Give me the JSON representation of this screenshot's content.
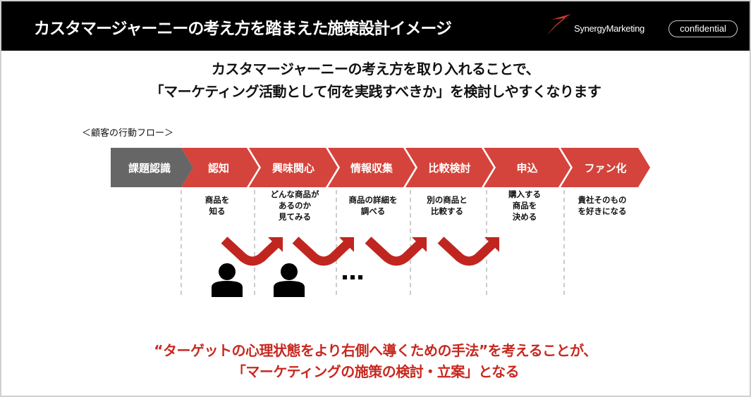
{
  "header": {
    "title": "カスタマージャーニーの考え方を踏まえた施策設計イメージ",
    "brand": "SynergyMarketing",
    "badge": "confidential"
  },
  "lead": [
    "カスタマージャーニーの考え方を取り入れることで、",
    "「マーケティング活動として何を実践すべきか」を検討しやすくなります"
  ],
  "flow_label": "＜顧客の行動フロー＞",
  "stages": [
    {
      "label": "課題認識",
      "desc": []
    },
    {
      "label": "認知",
      "desc": [
        "商品を",
        "知る"
      ]
    },
    {
      "label": "興味関心",
      "desc": [
        "どんな商品が",
        "あるのか",
        "見てみる"
      ]
    },
    {
      "label": "情報収集",
      "desc": [
        "商品の詳細を",
        "調べる"
      ]
    },
    {
      "label": "比較検討",
      "desc": [
        "別の商品と",
        "比較する"
      ]
    },
    {
      "label": "申込",
      "desc": [
        "購入する",
        "商品を",
        "決める"
      ]
    },
    {
      "label": "ファン化",
      "desc": [
        "貴社そのもの",
        "を好きになる"
      ]
    }
  ],
  "ellipsis": "…",
  "bottom": [
    "“ターゲットの心理状態をより右側へ導くための手法”を考えることが、",
    "「マーケティングの施策の検討・立案」となる"
  ],
  "colors": {
    "red": "#d4443c",
    "gray": "#666666",
    "arrow": "#c0261f"
  }
}
